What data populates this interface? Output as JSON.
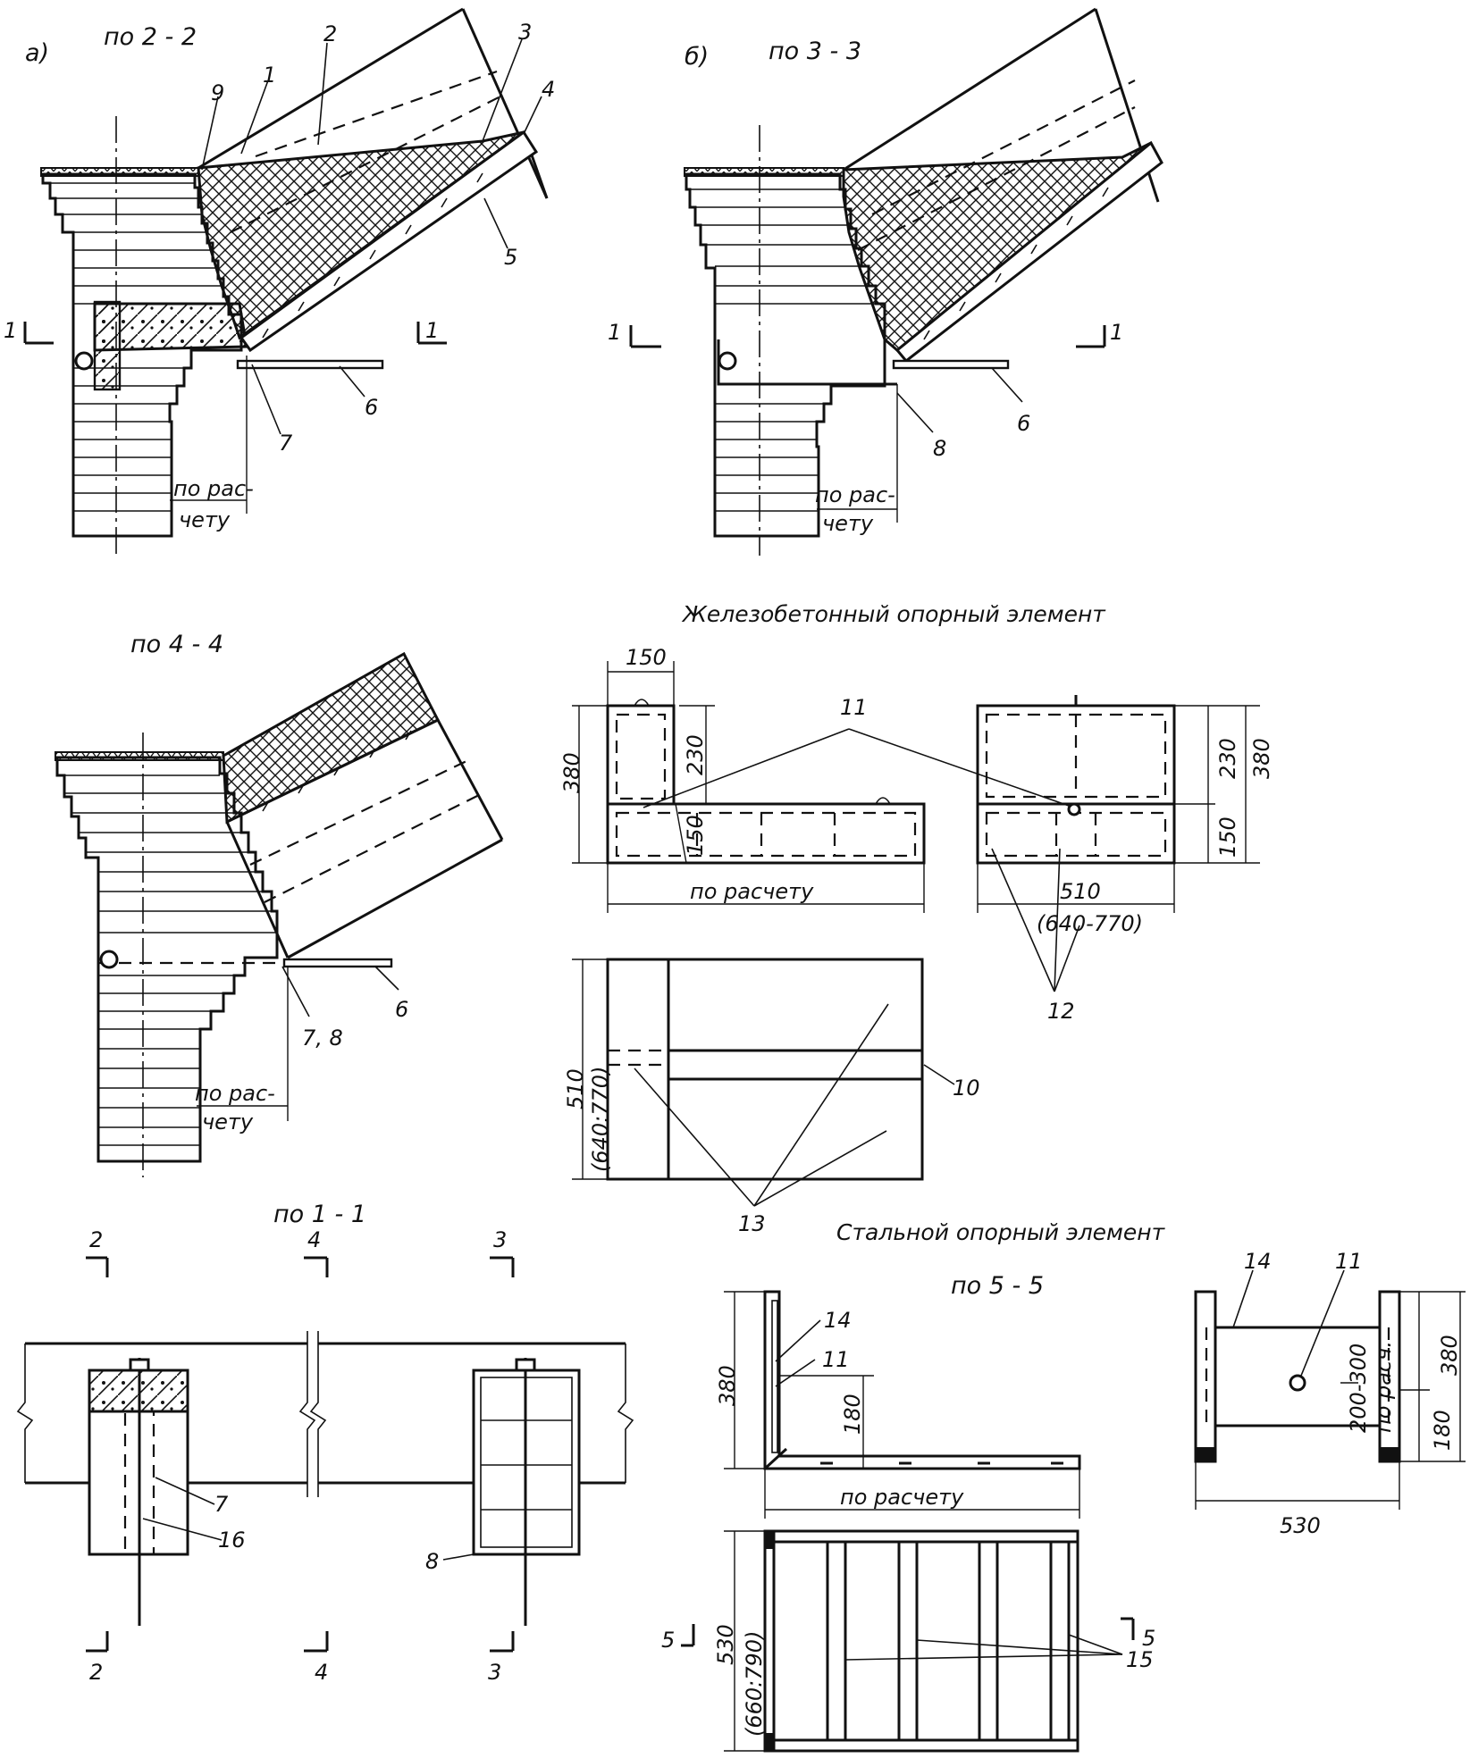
{
  "panel_a": {
    "letter": "а)",
    "section": "по 2 - 2",
    "dim_label_1": "по рас-",
    "dim_label_2": "чету",
    "cut_left": "1",
    "cut_right": "1",
    "callouts": [
      "1",
      "2",
      "3",
      "4",
      "5",
      "6",
      "7",
      "9"
    ]
  },
  "panel_b": {
    "letter": "б)",
    "section": "по 3 - 3",
    "dim_label_1": "по рас-",
    "dim_label_2": "чету",
    "cut_left": "1",
    "cut_right": "1",
    "callouts": [
      "6",
      "8"
    ]
  },
  "panel_c": {
    "section": "по 4 - 4",
    "dim_label_1": "по рас-",
    "dim_label_2": "чету",
    "callouts": [
      "6",
      "7, 8"
    ]
  },
  "rc_element": {
    "title": "Железобетонный опорный элемент",
    "front": {
      "dim_width_top": "150",
      "dim_height_total": "380",
      "dim_upper": "230",
      "dim_lower": "150",
      "dim_length": "по расчету"
    },
    "side": {
      "dim_upper": "230",
      "dim_total": "380",
      "dim_lower": "150",
      "dim_width": "510",
      "dim_width_alt": "(640-770)"
    },
    "plan": {
      "dim_width": "510",
      "dim_width_alt": "(640:770)"
    },
    "callouts": [
      "10",
      "11",
      "12",
      "13"
    ]
  },
  "plan_1_1": {
    "section": "по 1 - 1",
    "cuts": [
      "2",
      "4",
      "3"
    ],
    "callouts": [
      "7",
      "16",
      "8"
    ]
  },
  "steel_element": {
    "title": "Стальной опорный элемент",
    "section": "по 5 - 5",
    "front": {
      "dim_height": "380",
      "dim_inner": "180",
      "dim_length": "по расчету"
    },
    "side": {
      "dim_height": "380",
      "dim_lower": "180",
      "dim_spacing": "200-300",
      "dim_spacing_note": "по расч.",
      "dim_width": "530"
    },
    "plan": {
      "dim_width": "530",
      "dim_width_alt": "(660:790)",
      "cut": "5"
    },
    "callouts": [
      "11",
      "14",
      "15"
    ]
  }
}
